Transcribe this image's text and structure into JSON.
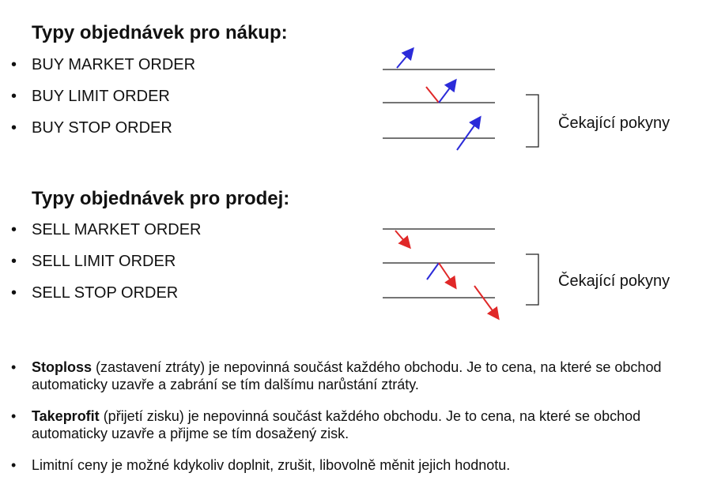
{
  "buy_section": {
    "heading": "Typy objednávek pro nákup:",
    "items": [
      "BUY MARKET ORDER",
      "BUY LIMIT ORDER",
      "BUY STOP ORDER"
    ],
    "pending_label": "Čekající pokyny"
  },
  "sell_section": {
    "heading": "Typy objednávek pro prodej:",
    "items": [
      "SELL MARKET ORDER",
      "SELL LIMIT ORDER",
      "SELL STOP ORDER"
    ],
    "pending_label": "Čekající pokyny"
  },
  "bullet_glyph": "•",
  "notes": [
    {
      "term": "Stoploss",
      "text": " (zastavení ztráty) je nepovinná součást každého obchodu. Je to cena, na které se obchod automaticky uzavře a zabrání se tím dalšímu narůstání ztráty."
    },
    {
      "term": "Takeprofit",
      "text": " (přijetí zisku) je nepovinná součást každého obchodu. Je to cena, na které se obchod automaticky uzavře a přijme se tím dosažený zisk."
    },
    {
      "term": "",
      "text": "Limitní ceny je možné kdykoliv doplnit, zrušit, libovolně měnit jejich hodnotu."
    }
  ],
  "colors": {
    "up_arrow": "#2b2bd9",
    "down_arrow": "#e02828",
    "line": "#222222"
  }
}
